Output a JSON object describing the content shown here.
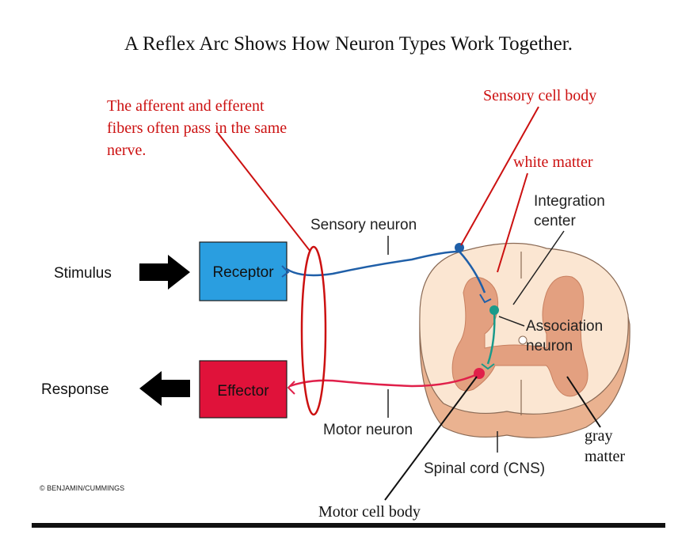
{
  "title": "A Reflex Arc Shows How Neuron Types Work Together.",
  "annotations": {
    "afferent_line1": "The afferent and efferent",
    "afferent_line2": "fibers often pass in the same",
    "afferent_line3": "nerve.",
    "sensory_cell_body": "Sensory cell body",
    "white_matter": "white matter",
    "motor_cell_body": "Motor cell body",
    "gray_matter_line1": "gray",
    "gray_matter_line2": "matter"
  },
  "labels": {
    "integration_line1": "Integration",
    "integration_line2": "center",
    "sensory_neuron": "Sensory neuron",
    "stimulus": "Stimulus",
    "receptor": "Receptor",
    "association_line1": "Association",
    "association_line2": "neuron",
    "response": "Response",
    "effector": "Effector",
    "motor_neuron": "Motor neuron",
    "spinal_cord": "Spinal cord (CNS)",
    "credit": "© BENJAMIN/CUMMINGS"
  },
  "colors": {
    "annotation_red": "#cc1111",
    "receptor_fill": "#2a9ee0",
    "effector_fill": "#e0123a",
    "sensory_fiber": "#1f5fa8",
    "motor_fiber": "#e0204a",
    "association_fiber": "#1a9a8a",
    "gray_matter": "#e3a080",
    "white_matter": "#fbe6d2",
    "cord_edge": "#f0c0a0"
  }
}
